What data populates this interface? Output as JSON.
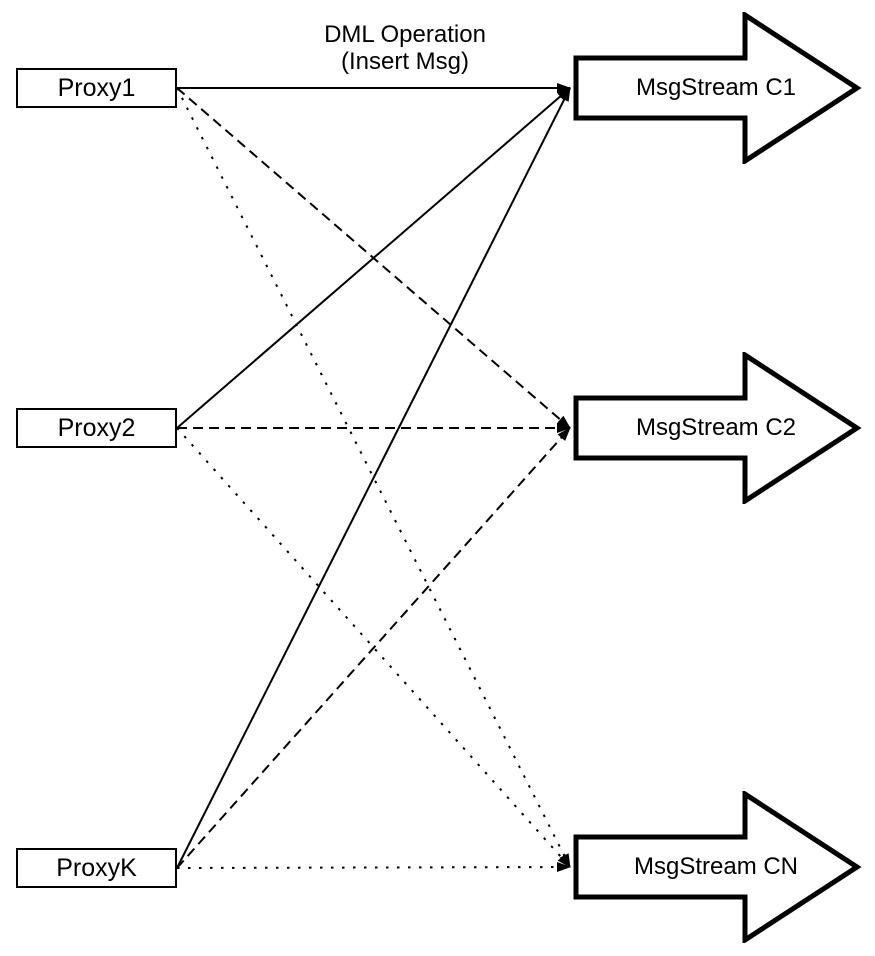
{
  "diagram": {
    "background_color": "#ffffff",
    "stroke_color": "#000000",
    "title": {
      "line1": "DML Operation",
      "line2": "(Insert Msg)"
    },
    "proxies": [
      {
        "label": "Proxy1"
      },
      {
        "label": "Proxy2"
      },
      {
        "label": "ProxyK"
      }
    ],
    "streams": [
      {
        "label": "MsgStream C1"
      },
      {
        "label": "MsgStream C2"
      },
      {
        "label": "MsgStream CN"
      }
    ],
    "connections": [
      {
        "from": "Proxy1",
        "to": "MsgStream C1",
        "line_style": "solid"
      },
      {
        "from": "Proxy2",
        "to": "MsgStream C1",
        "line_style": "solid"
      },
      {
        "from": "ProxyK",
        "to": "MsgStream C1",
        "line_style": "solid"
      },
      {
        "from": "Proxy1",
        "to": "MsgStream C2",
        "line_style": "dashed"
      },
      {
        "from": "Proxy2",
        "to": "MsgStream C2",
        "line_style": "dashed"
      },
      {
        "from": "ProxyK",
        "to": "MsgStream C2",
        "line_style": "dashed"
      },
      {
        "from": "Proxy1",
        "to": "MsgStream CN",
        "line_style": "dotted"
      },
      {
        "from": "Proxy2",
        "to": "MsgStream CN",
        "line_style": "dotted"
      },
      {
        "from": "ProxyK",
        "to": "MsgStream CN",
        "line_style": "dotted"
      }
    ]
  }
}
